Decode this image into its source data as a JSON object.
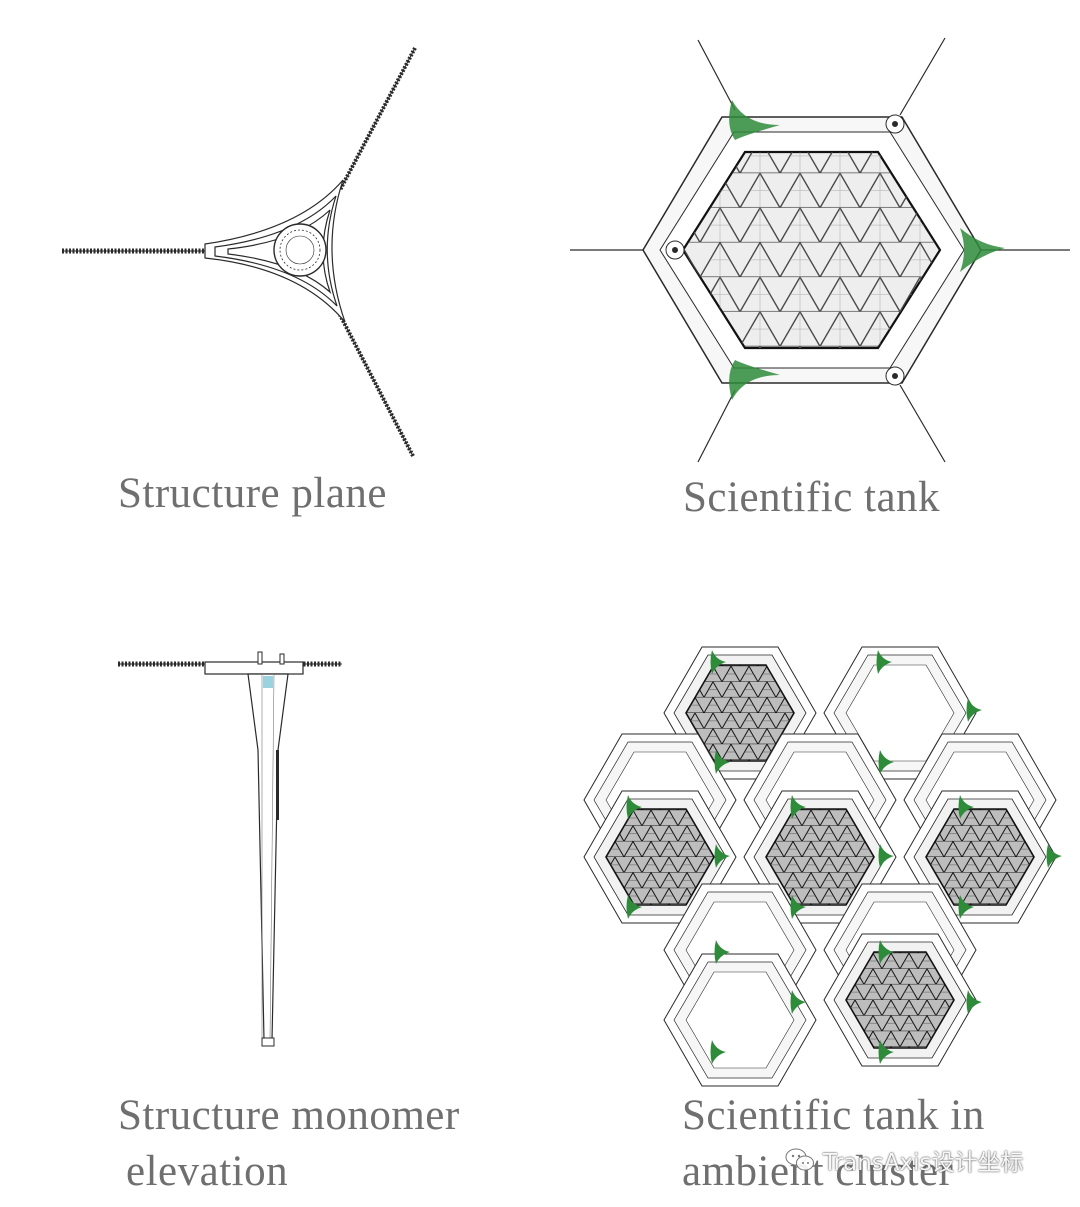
{
  "captions": {
    "top_left": "Structure plane",
    "top_right": "Scientific tank",
    "bottom_left_line1": "Structure monomer",
    "bottom_left_line2": "elevation",
    "bottom_right_line1": "Scientific tank in",
    "bottom_right_line2": "ambient cluster"
  },
  "watermark": {
    "text": "TransAxis设计坐标"
  },
  "colors": {
    "line": "#2a2a2a",
    "caption": "#6f6f6f",
    "green": "#2e8b3a",
    "pale": "#f2f2f2",
    "cyan": "#6fbfd3"
  }
}
